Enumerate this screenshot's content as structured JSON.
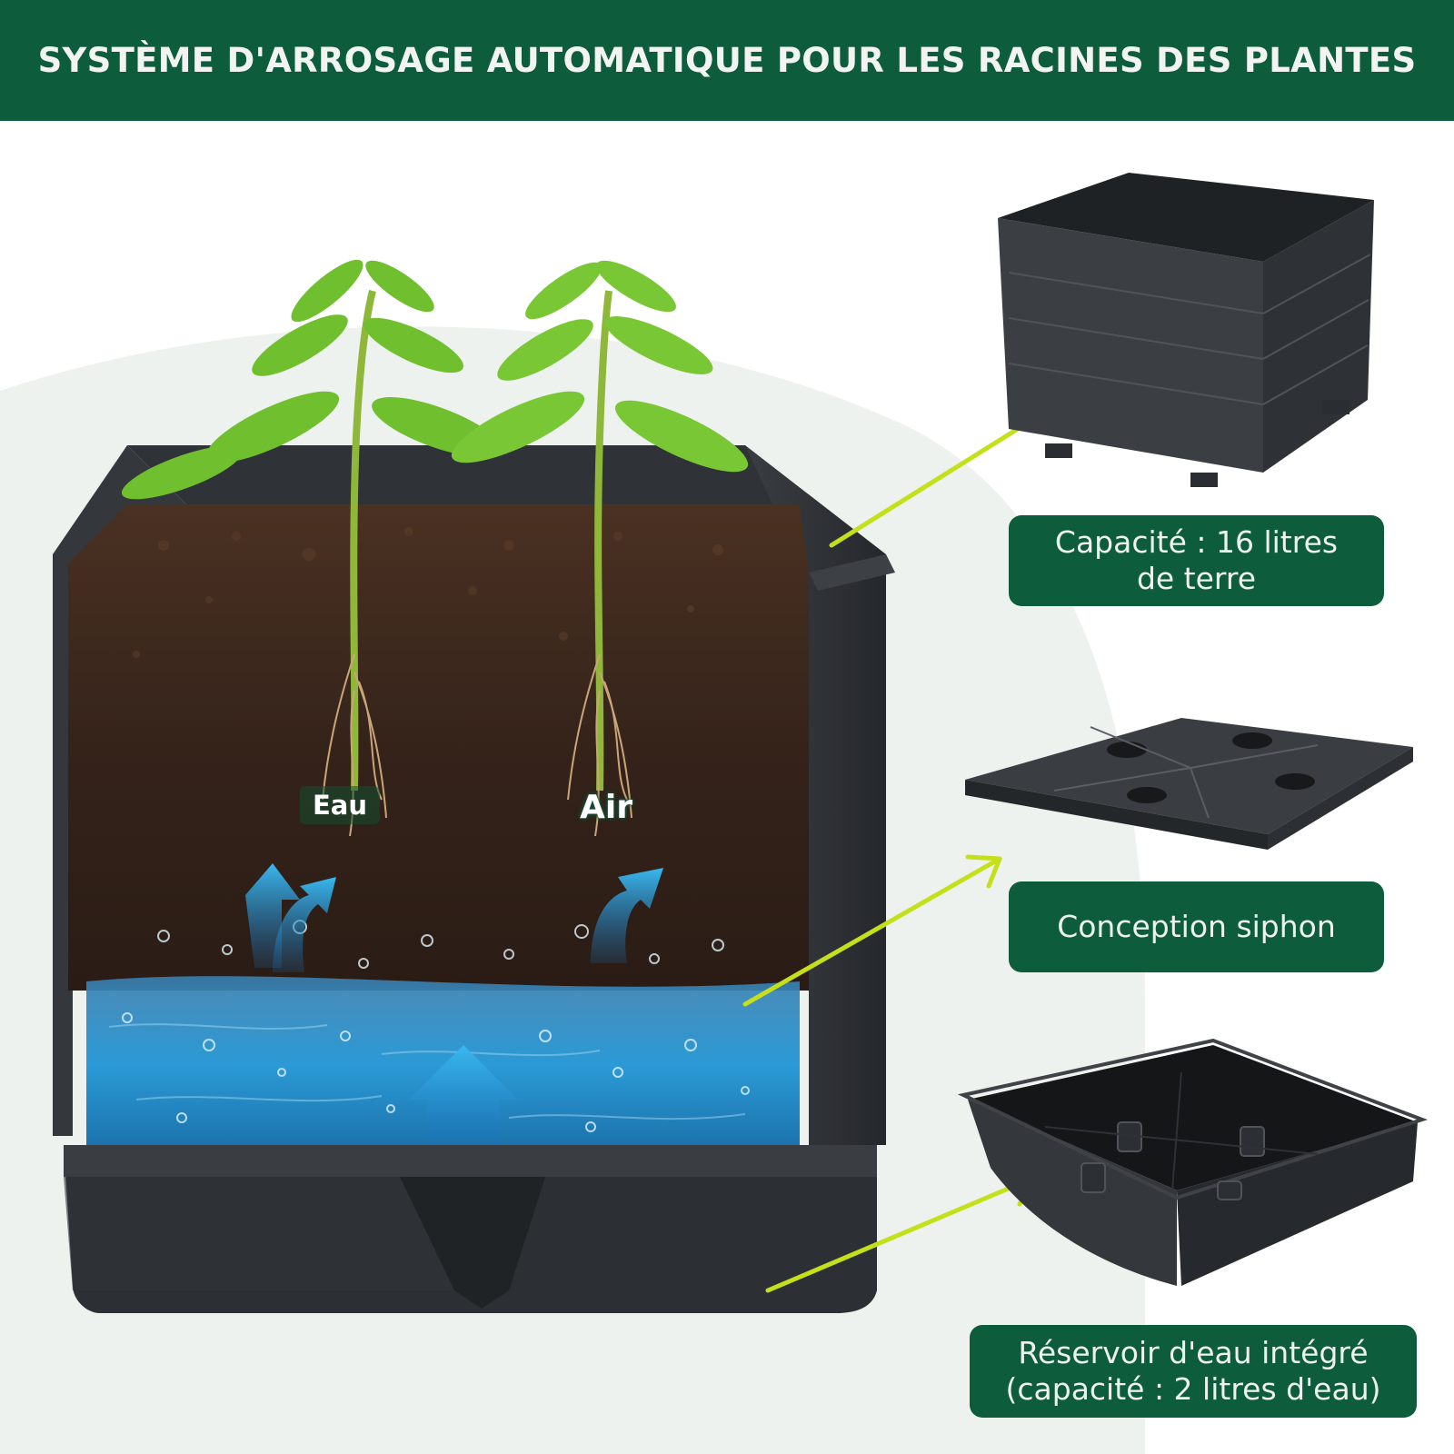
{
  "header": {
    "title": "SYSTÈME D'ARROSAGE AUTOMATIQUE POUR LES RACINES DES PLANTES"
  },
  "main_image": {
    "soil_labels": {
      "water": "Eau",
      "air": "Air"
    }
  },
  "components": [
    {
      "label_line1": "Capacité : 16 litres",
      "label_line2": "de terre",
      "icon": "pot-body-icon"
    },
    {
      "label_line1": "Conception siphon",
      "label_line2": "",
      "icon": "siphon-plate-icon"
    },
    {
      "label_line1": "Réservoir d'eau intégré",
      "label_line2": "(capacité : 2 litres d'eau)",
      "icon": "water-tray-icon"
    }
  ],
  "colors": {
    "brand_green": "#0d5c3b",
    "arrow_lime": "#c4e01a",
    "water_blue": "#2a9fd8",
    "soil_brown": "#3a261a",
    "plastic_dark": "#2e3135"
  }
}
